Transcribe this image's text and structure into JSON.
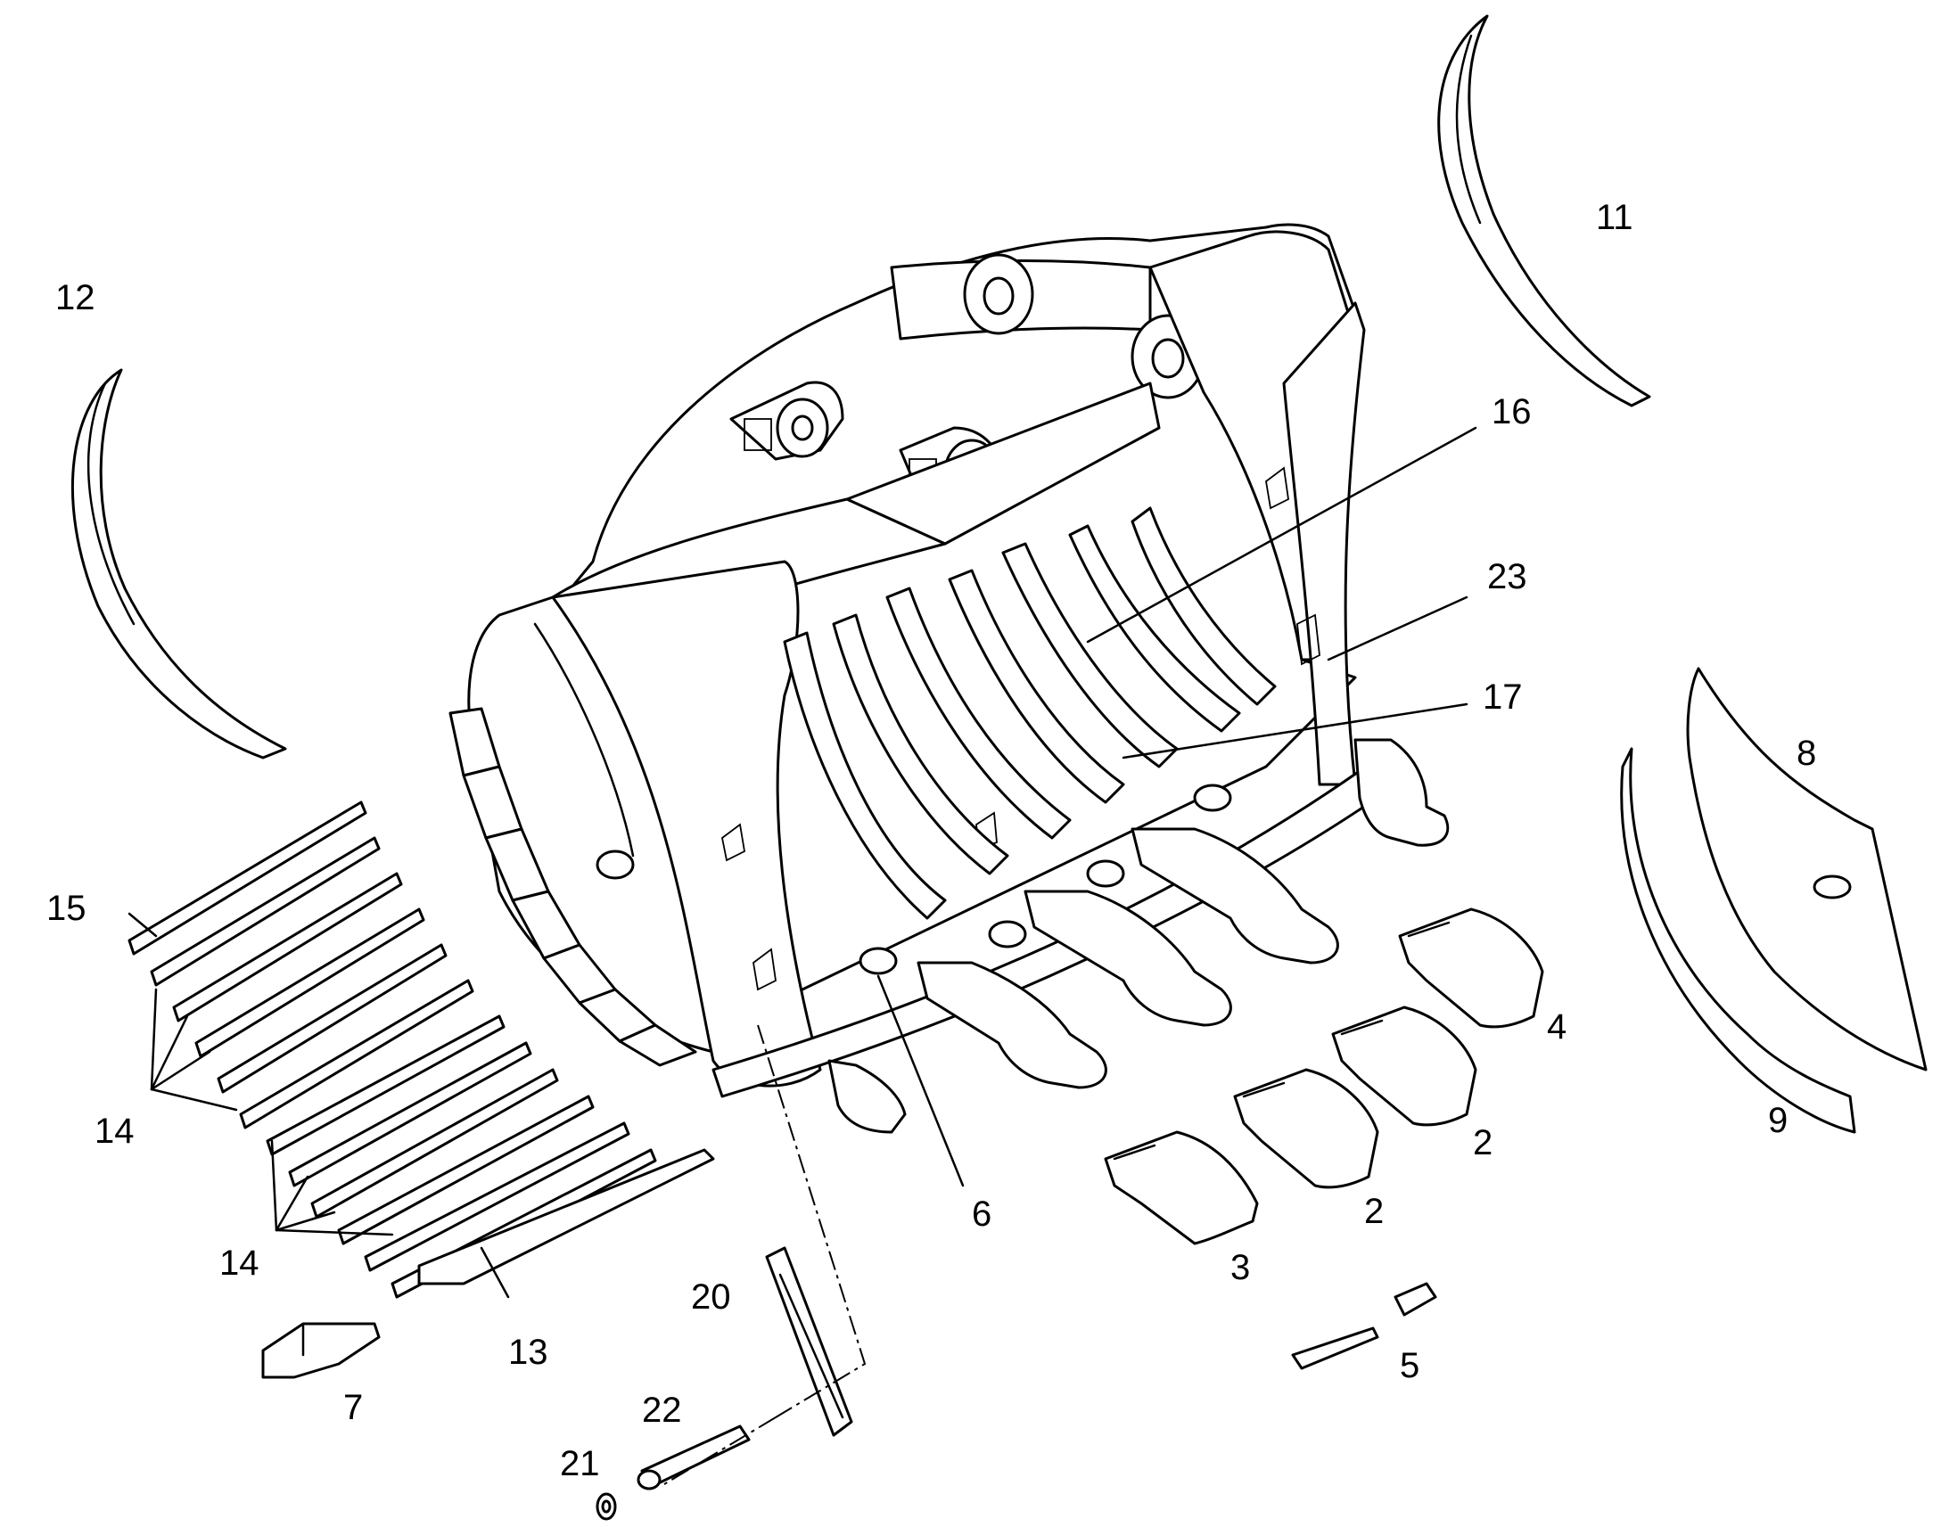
{
  "callouts": {
    "c2a": "2",
    "c2b": "2",
    "c3": "3",
    "c4": "4",
    "c5": "5",
    "c6": "6",
    "c7": "7",
    "c8": "8",
    "c9": "9",
    "c11": "11",
    "c12": "12",
    "c13": "13",
    "c14a": "14",
    "c14b": "14",
    "c15": "15",
    "c16": "16",
    "c17": "17",
    "c20": "20",
    "c21": "21",
    "c22": "22",
    "c23": "23"
  }
}
